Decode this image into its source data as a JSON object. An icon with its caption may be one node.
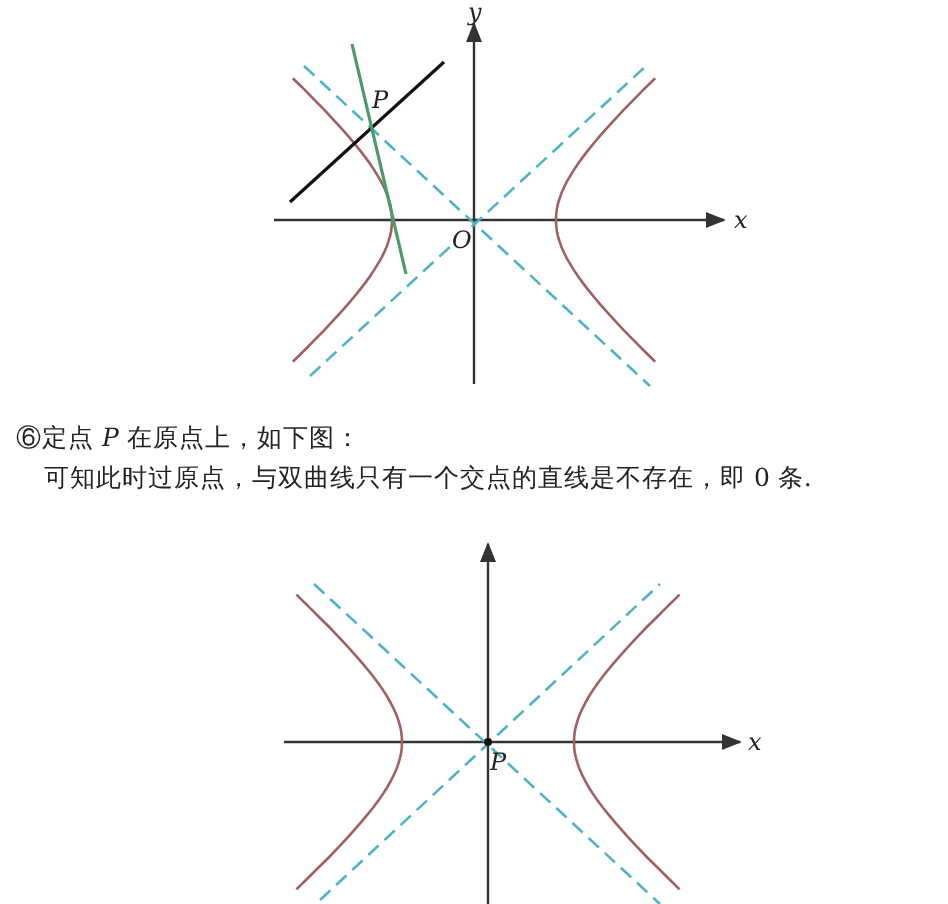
{
  "diagram": {
    "labels": [
      "y",
      "P",
      "O",
      "x",
      "⑥定点 *P* 在原点上，如下图：",
      "可知此时过原点，与双曲线只有一个交点的直线是不存在，即 0 条.",
      "x",
      "P"
    ]
  }
}
